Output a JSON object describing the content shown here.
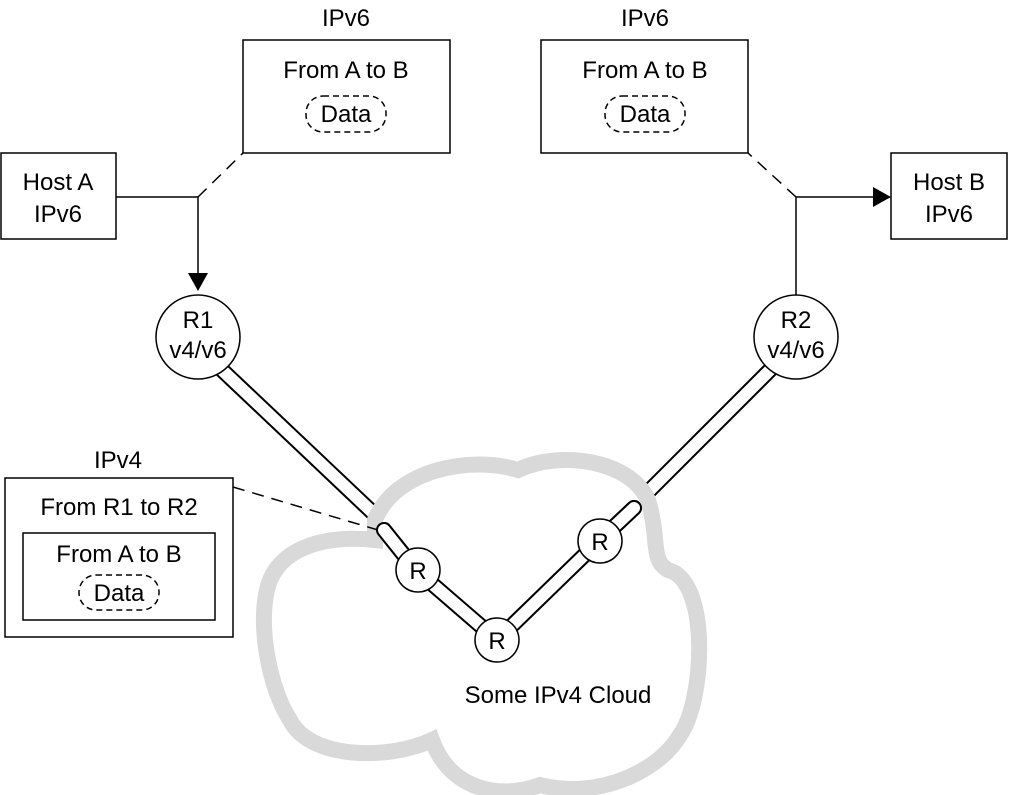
{
  "packet_left": {
    "header": "IPv6",
    "route": "From A to B",
    "payload": "Data"
  },
  "packet_right": {
    "header": "IPv6",
    "route": "From A to B",
    "payload": "Data"
  },
  "host_a": {
    "name": "Host A",
    "proto": "IPv6"
  },
  "host_b": {
    "name": "Host B",
    "proto": "IPv6"
  },
  "router_1": {
    "name": "R1",
    "proto": "v4/v6"
  },
  "router_2": {
    "name": "R2",
    "proto": "v4/v6"
  },
  "cloud_routers": [
    "R",
    "R",
    "R"
  ],
  "tunnel_packet": {
    "header": "IPv4",
    "outer_route": "From R1 to R2",
    "inner_route": "From A to B",
    "payload": "Data"
  },
  "cloud": {
    "label": "Some IPv4 Cloud",
    "color": "#d9d9d9"
  }
}
